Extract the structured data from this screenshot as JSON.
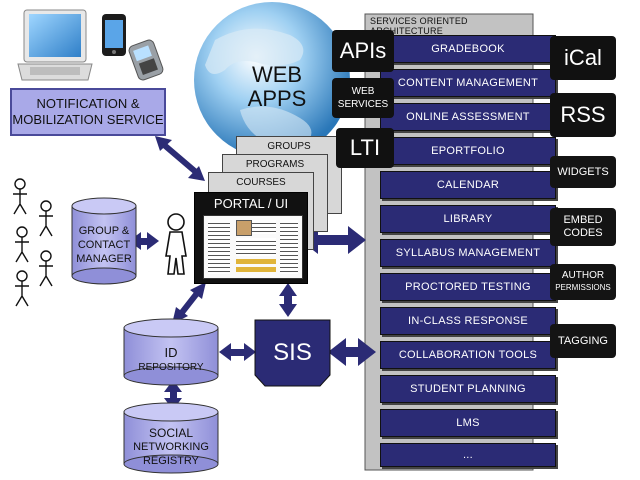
{
  "soa": {
    "title": "SERVICES ORIENTED ARCHITECTURE",
    "services": [
      "GRADEBOOK",
      "CONTENT MANAGEMENT",
      "ONLINE ASSESSMENT",
      "EPORTFOLIO",
      "CALENDAR",
      "LIBRARY",
      "SYLLABUS MANAGEMENT",
      "PROCTORED TESTING",
      "IN-CLASS RESPONSE",
      "COLLABORATION TOOLS",
      "STUDENT PLANNING",
      "LMS",
      "..."
    ]
  },
  "web_apps": {
    "line1": "WEB",
    "line2": "APPS"
  },
  "left_tags": {
    "apis": "APIs",
    "web_services_1": "WEB",
    "web_services_2": "SERVICES",
    "lti": "LTI"
  },
  "right_tags": {
    "ical": "iCal",
    "rss": "RSS",
    "widgets": "WIDGETS",
    "embed_1": "EMBED",
    "embed_2": "CODES",
    "author_1": "AUTHOR",
    "author_2": "PERMISSIONS",
    "tagging": "TAGGING"
  },
  "stack": {
    "groups": "GROUPS",
    "programs": "PROGRAMS",
    "courses": "COURSES"
  },
  "portal": {
    "title": "PORTAL / UI"
  },
  "notification": {
    "line1": "NOTIFICATION &",
    "line2": "MOBILIZATION SERVICE"
  },
  "group_manager": {
    "line1": "GROUP &",
    "line2": "CONTACT",
    "line3": "MANAGER"
  },
  "id_repo": {
    "line1": "ID",
    "line2": "REPOSITORY"
  },
  "social": {
    "line1": "SOCIAL",
    "line2": "NETWORKING",
    "line3": "REGISTRY"
  },
  "sis": {
    "label": "SIS"
  },
  "colors": {
    "navy": "#2b2b75",
    "lavender": "#a9a9e8",
    "black": "#111111",
    "gray": "#c8c8c8"
  }
}
